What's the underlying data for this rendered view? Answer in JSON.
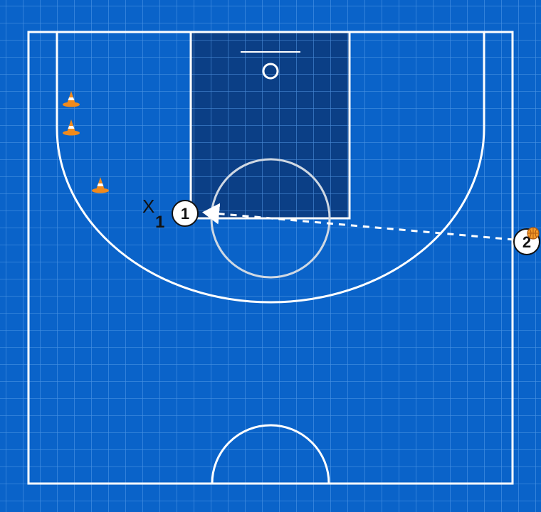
{
  "colors": {
    "court": "#0a63c9",
    "paint": "#0b3f86",
    "grid": "#5aa0ea",
    "lines": "#ffffff",
    "cone": "#f08a1c",
    "ball": "#f39a2a"
  },
  "players": [
    {
      "label": "1",
      "role": "offense"
    },
    {
      "label": "2",
      "role": "offense",
      "has_ball": true
    }
  ],
  "defenders": [
    {
      "mark": "X",
      "sub": "1"
    }
  ],
  "cones_count": 3,
  "pass": {
    "from": "2",
    "to": "1",
    "style": "dashed"
  }
}
